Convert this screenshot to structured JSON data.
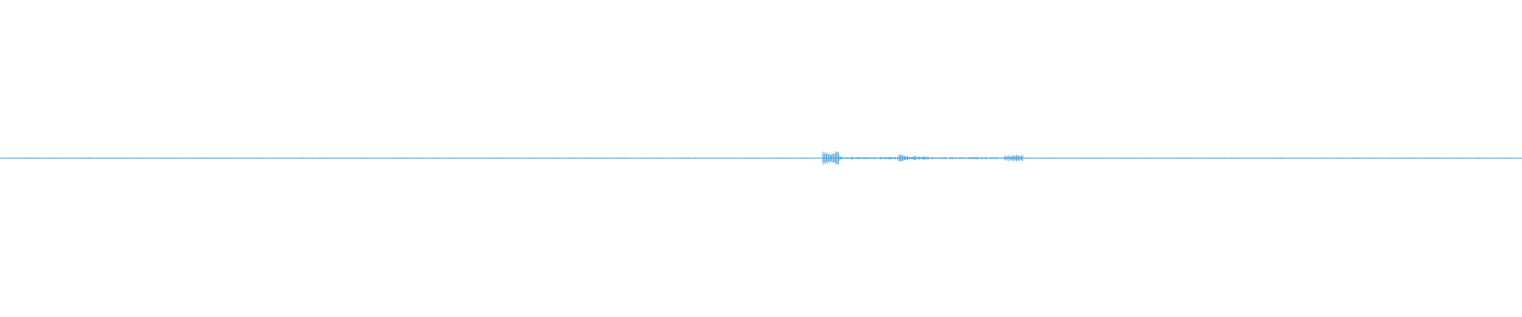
{
  "waveform": {
    "color": "#4a9fd8",
    "background": "#ffffff",
    "segments": [
      {
        "start": 0.0,
        "end": 0.54,
        "level": 0.08
      },
      {
        "start": 0.54,
        "end": 0.552,
        "level": 0.95
      },
      {
        "start": 0.552,
        "end": 0.59,
        "level": 0.18
      },
      {
        "start": 0.59,
        "end": 0.596,
        "level": 0.55
      },
      {
        "start": 0.596,
        "end": 0.61,
        "level": 0.3
      },
      {
        "start": 0.61,
        "end": 0.66,
        "level": 0.15
      },
      {
        "start": 0.66,
        "end": 0.672,
        "level": 0.45
      },
      {
        "start": 0.672,
        "end": 1.0,
        "level": 0.08
      }
    ]
  }
}
